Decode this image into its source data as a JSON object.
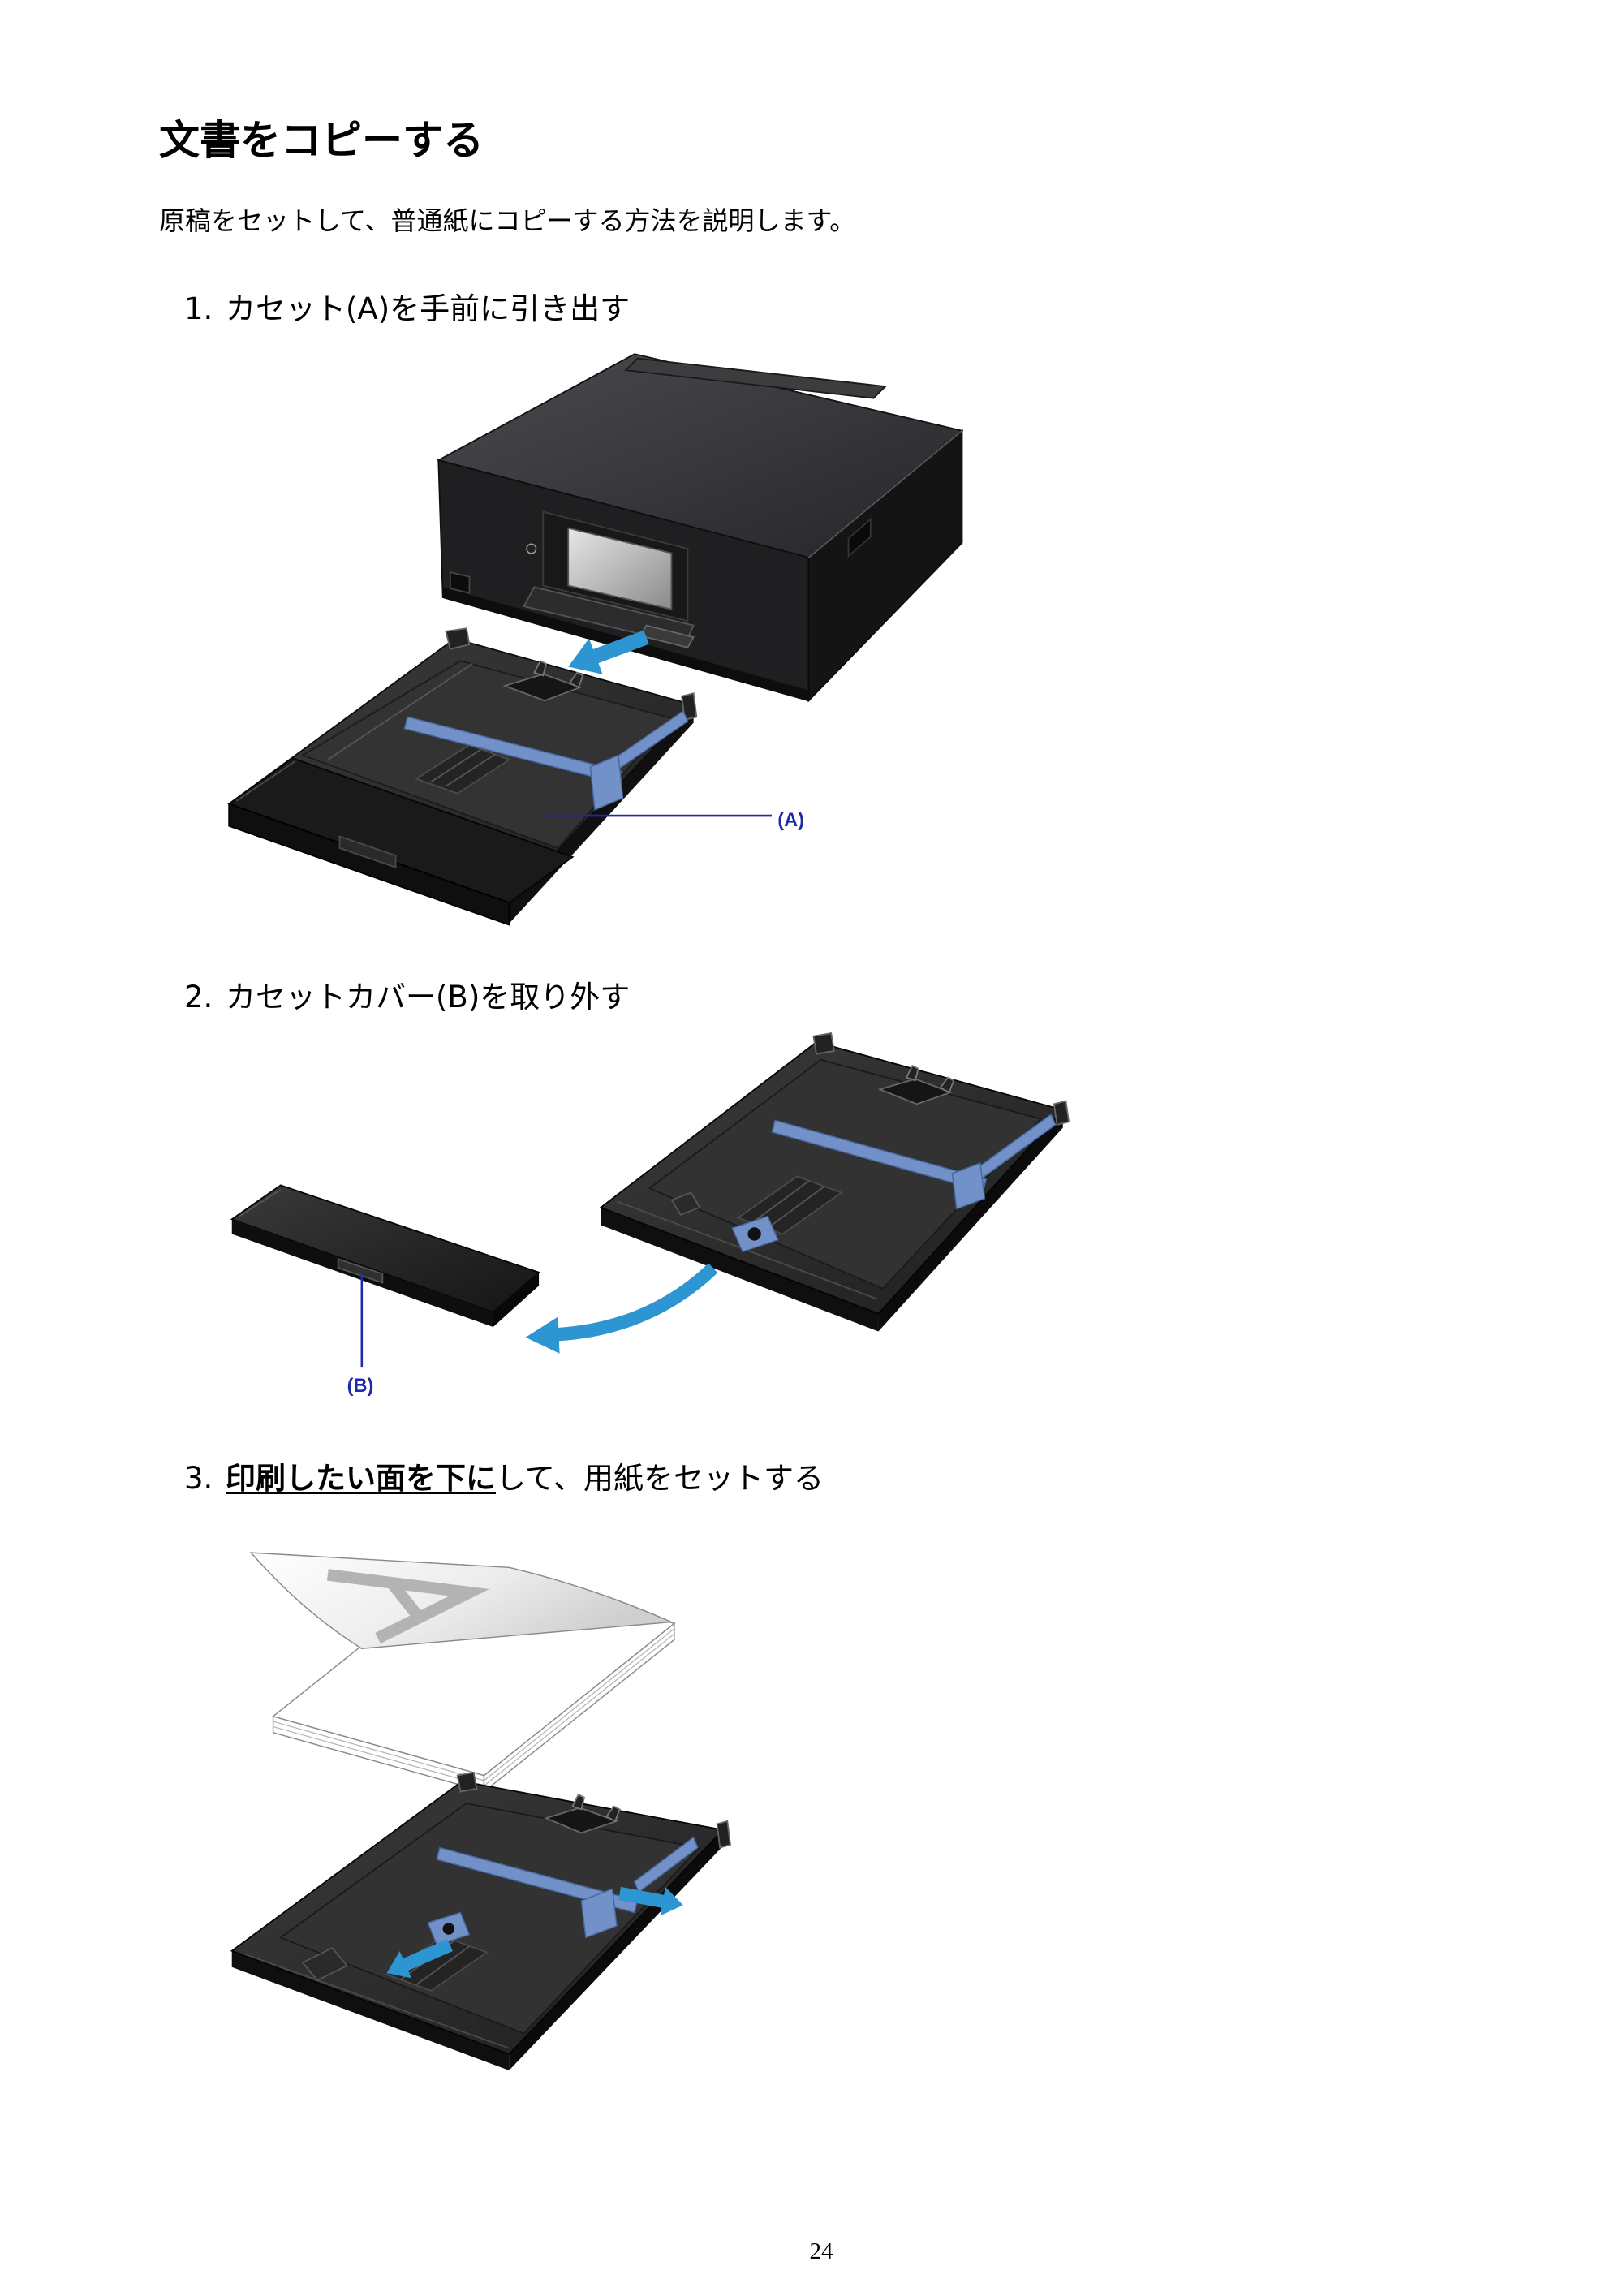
{
  "page": {
    "title": "文書をコピーする",
    "intro": "原稿をセットして、普通紙にコピーする方法を説明します。",
    "page_number": "24"
  },
  "steps": [
    {
      "number": "1.",
      "text": "カセット(A)を手前に引き出す"
    },
    {
      "number": "2.",
      "text": "カセットカバー(B)を取り外す"
    },
    {
      "number": "3.",
      "link_text": "印刷したい面を下に",
      "text": "して、用紙をセットする"
    }
  ],
  "figures": {
    "fig1": {
      "callout": "(A)"
    },
    "fig2": {
      "callout": "(B)"
    }
  },
  "colors": {
    "arrow_blue": "#2c95d2",
    "guide_blue": "#7191c8",
    "callout_blue": "#1f2aa8"
  }
}
